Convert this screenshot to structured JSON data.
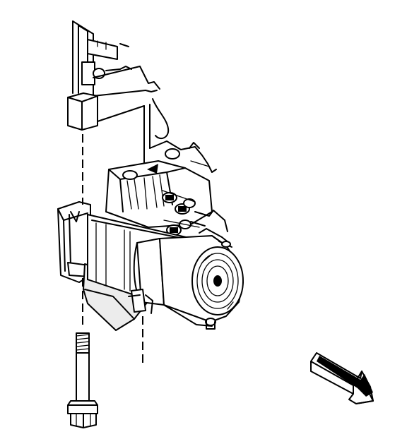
{
  "figure": {
    "type": "exploded assembly illustration",
    "components": [
      "mounting-bracket",
      "starter-motor",
      "solenoid",
      "mounting-bolt",
      "alignment-axis",
      "direction-arrow"
    ],
    "colors": {
      "ink": "#000000",
      "background": "#ffffff",
      "shade": "#ececec"
    }
  }
}
